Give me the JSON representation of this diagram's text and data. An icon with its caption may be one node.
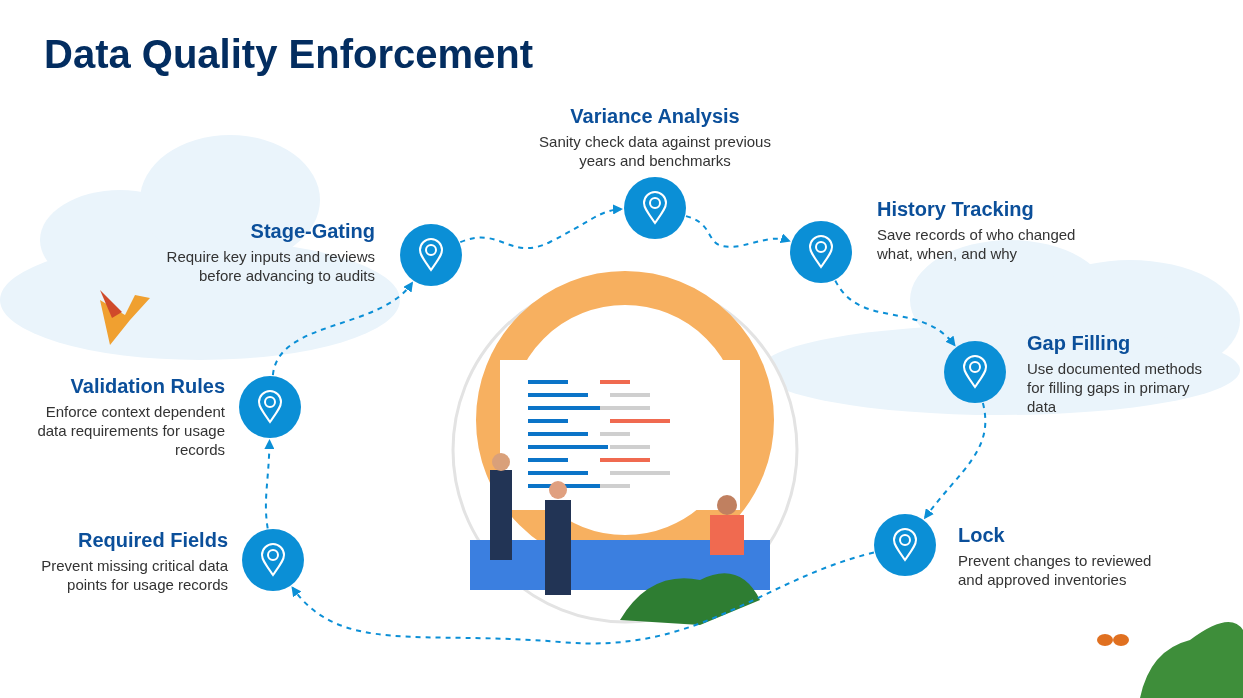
{
  "diagram": {
    "title": "Data Quality Enforcement",
    "nodes": [
      {
        "text": [
          "Variance Analysis",
          "Sanity check data against previous years and benchmarks"
        ]
      },
      {
        "text": [
          "Stage-Gating",
          "Require key inputs and reviews before advancing to audits"
        ]
      },
      {
        "text": [
          "History Tracking",
          "Save records of who changed what, when, and why"
        ]
      },
      {
        "text": [
          "Validation Rules",
          "Enforce context dependent data requirements for usage records"
        ]
      },
      {
        "text": [
          "Gap Filling",
          "Use documented methods for filling gaps in primary data"
        ]
      },
      {
        "text": [
          "Required Fields",
          "Prevent missing critical data points for usage records"
        ]
      },
      {
        "text": [
          "Lock",
          "Prevent changes to reviewed and approved inventories"
        ]
      }
    ],
    "edges": [
      {
        "from": 5,
        "to": 3,
        "arrow": "to",
        "style": "dashed"
      },
      {
        "from": 3,
        "to": 1,
        "arrow": "to",
        "style": "dashed"
      },
      {
        "from": 1,
        "to": 0,
        "arrow": "to",
        "style": "dashed"
      },
      {
        "from": 0,
        "to": 2,
        "arrow": "to",
        "style": "dashed"
      },
      {
        "from": 2,
        "to": 4,
        "arrow": "to",
        "style": "dashed"
      },
      {
        "from": 4,
        "to": 6,
        "arrow": "to",
        "style": "dashed"
      },
      {
        "from": 6,
        "to": 5,
        "arrow": "to",
        "style": "dashed"
      }
    ]
  }
}
